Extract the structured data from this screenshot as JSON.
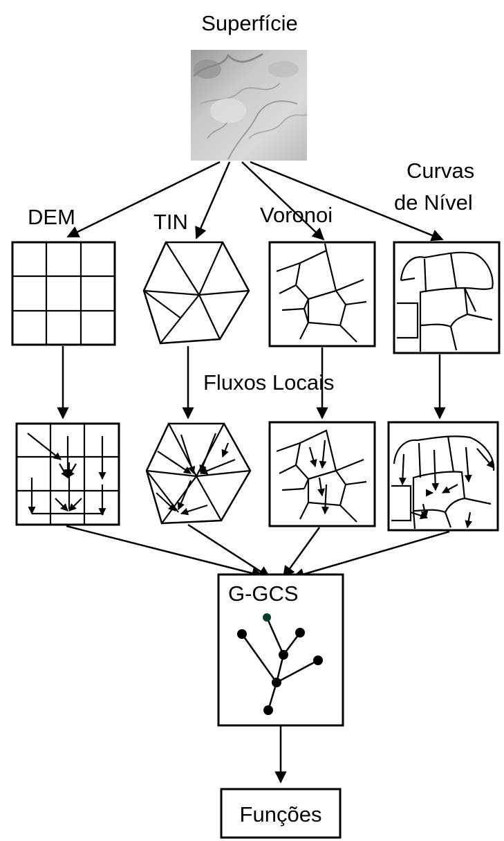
{
  "labels": {
    "surface": "Superfície",
    "dem": "DEM",
    "tin": "TIN",
    "voronoi": "Voronoi",
    "contour_line1": "Curvas",
    "contour_line2": "de Nível",
    "local_flows": "Fluxos Locais",
    "ggcs": "G-GCS",
    "functions": "Funções"
  }
}
